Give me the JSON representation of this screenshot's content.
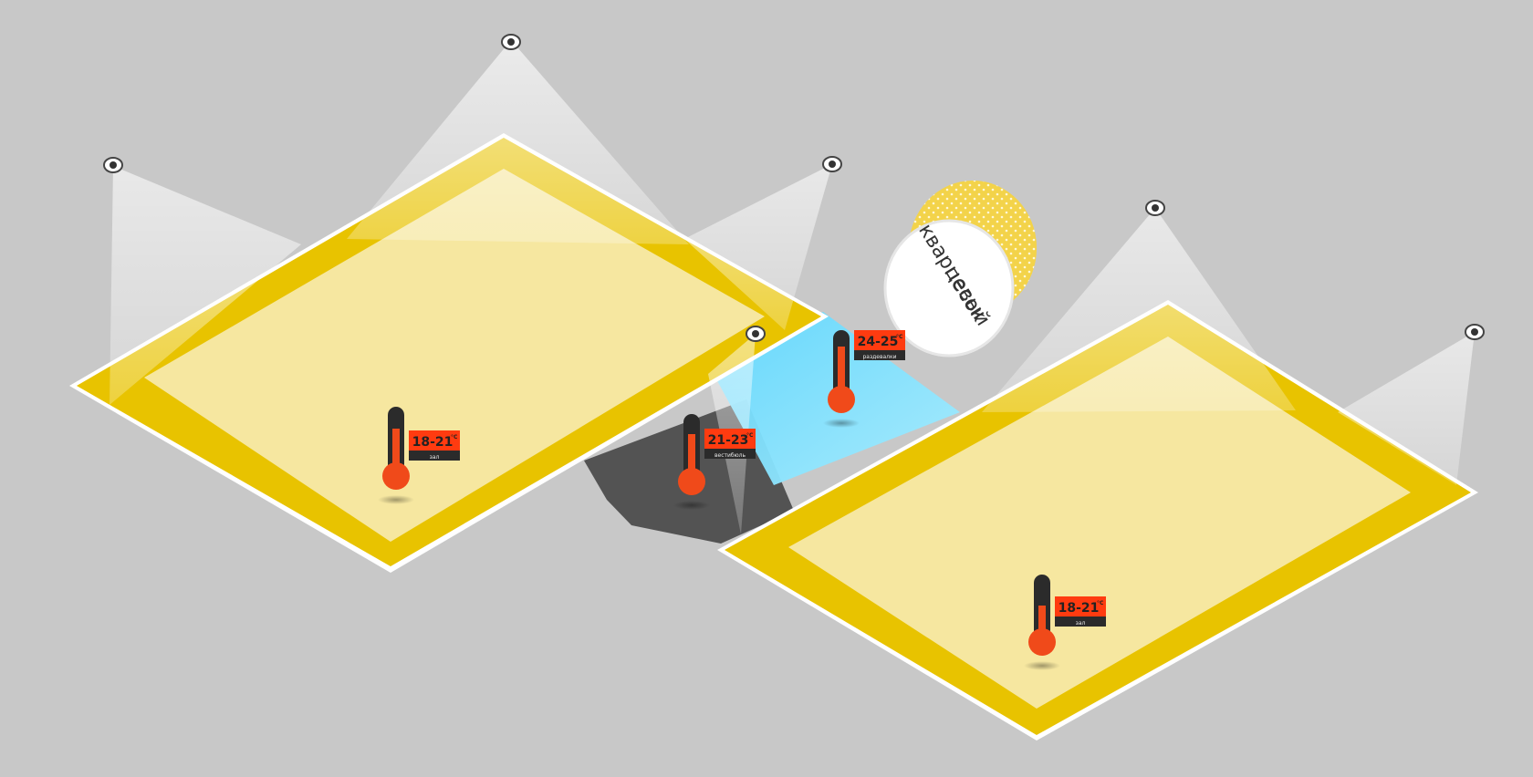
{
  "colors": {
    "background": "#c8c8c8",
    "slab_border": "#e8c300",
    "slab_fill": "#f6e7a0",
    "heating_cable": "#e8542a",
    "locker_zone": "#6ee0ff",
    "vestibule": "#535353",
    "thermometer_bulb": "#f04a1a",
    "thermometer_tube": "#2b2b2b",
    "sand_dots": "#f3d34a"
  },
  "sand_cylinder": {
    "label_line1": "кварцевый",
    "label_line2": "песок"
  },
  "thermometers": [
    {
      "range": "18-21",
      "unit": "°C",
      "room": "зал"
    },
    {
      "range": "21-23",
      "unit": "°C",
      "room": "вестибюль"
    },
    {
      "range": "24-25",
      "unit": "°C",
      "room": "раздевалки"
    },
    {
      "range": "18-21",
      "unit": "°C",
      "room": "зал"
    }
  ]
}
